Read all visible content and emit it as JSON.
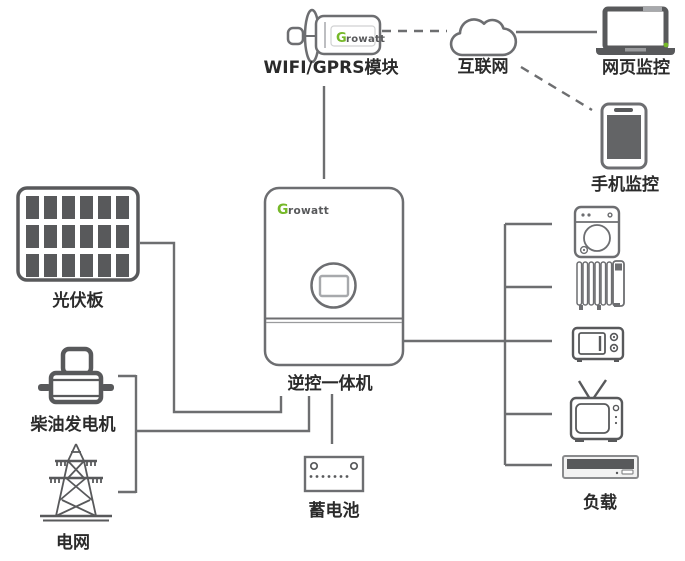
{
  "nodes": {
    "wifi_module": {
      "label": "WIFI/GPRS模块"
    },
    "internet": {
      "label": "互联网"
    },
    "web_monitor": {
      "label": "网页监控"
    },
    "phone_monitor": {
      "label": "手机监控"
    },
    "pv_panel": {
      "label": "光伏板"
    },
    "diesel_generator": {
      "label": "柴油发电机"
    },
    "grid": {
      "label": "电网"
    },
    "inverter": {
      "label": "逆控一体机"
    },
    "battery": {
      "label": "蓄电池"
    },
    "load": {
      "label": "负载"
    }
  },
  "brand": {
    "g": "G",
    "rest": "rowatt"
  },
  "colors": {
    "line": "#6d6e70",
    "icon_dark": "#58595b",
    "text": "#2b2b2b",
    "brand_green": "#76b829"
  },
  "edges": [
    {
      "from": "wifi_module",
      "to": "internet",
      "style": "dashed"
    },
    {
      "from": "internet",
      "to": "web_monitor",
      "style": "solid"
    },
    {
      "from": "internet",
      "to": "phone_monitor",
      "style": "dashed"
    },
    {
      "from": "wifi_module",
      "to": "inverter",
      "style": "solid"
    },
    {
      "from": "pv_panel",
      "to": "inverter",
      "style": "solid"
    },
    {
      "from": "diesel_generator",
      "to": "inverter",
      "style": "solid"
    },
    {
      "from": "grid",
      "to": "inverter",
      "style": "solid"
    },
    {
      "from": "inverter",
      "to": "battery",
      "style": "solid"
    },
    {
      "from": "inverter",
      "to": "load",
      "style": "solid"
    }
  ]
}
